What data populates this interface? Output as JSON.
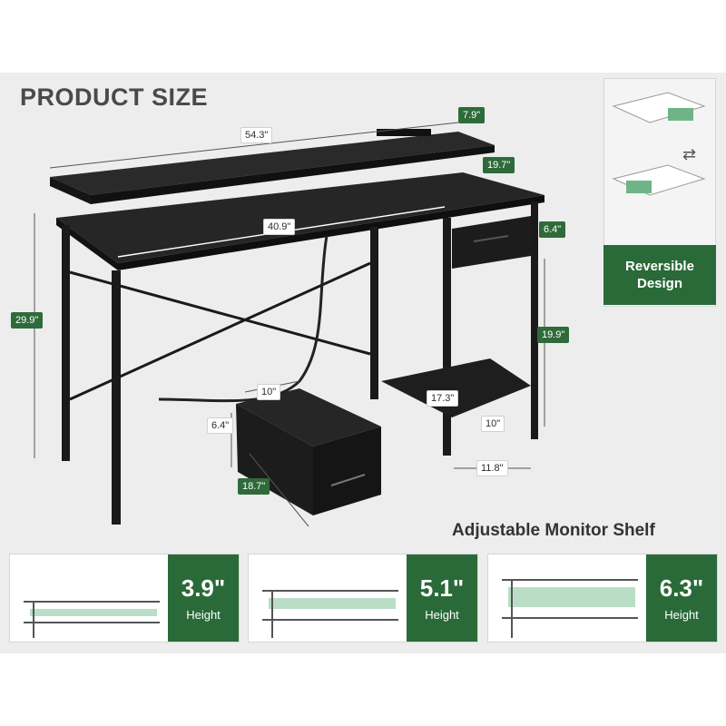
{
  "title": "PRODUCT SIZE",
  "dimensions": {
    "width_total": "54.3\"",
    "shelf_depth": "7.9\"",
    "desk_depth": "19.7\"",
    "inner_width": "40.9\"",
    "height_total": "29.9\"",
    "drawer_height_right": "6.4\"",
    "cabinet_height": "19.9\"",
    "shelf_depth_lower": "17.3\"",
    "shelf_width_lower": "10\"",
    "cabinet_width": "11.8\"",
    "drawer_width": "10\"",
    "drawer_height": "6.4\"",
    "drawer_depth": "18.7\""
  },
  "reversible": {
    "label": "Reversible Design"
  },
  "monitor_shelf": {
    "heading": "Adjustable Monitor Shelf",
    "options": [
      {
        "value": "3.9\"",
        "unit": "Height"
      },
      {
        "value": "5.1\"",
        "unit": "Height"
      },
      {
        "value": "6.3\"",
        "unit": "Height"
      }
    ]
  },
  "colors": {
    "accent": "#2a6a38",
    "desk": "#1e1e1e",
    "background": "#ededed"
  }
}
